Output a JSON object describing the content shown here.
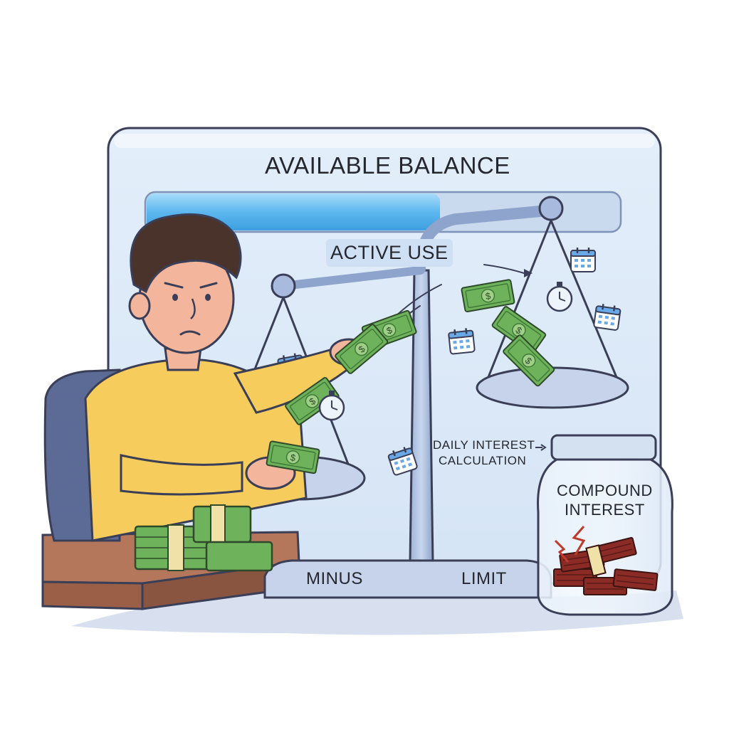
{
  "panel": {
    "title": "AVAILABLE BALANCE",
    "balance_fill": 0.62
  },
  "scale": {
    "center_label": "ACTIVE USE",
    "base_left_label": "MINUS",
    "base_right_label": "LIMIT"
  },
  "interest": {
    "note_line1": "DAILY INTEREST",
    "note_line2": "CALCULATION",
    "jar_line1": "COMPOUND",
    "jar_line2": "INTEREST"
  },
  "colors": {
    "panel": "#dbe8f7",
    "bar_fill": "#5db7ee",
    "money": "#6fb25c",
    "sweater": "#f6cc5c",
    "jar_money": "#8b2b26"
  },
  "icons": [
    "calendar-icon",
    "stopwatch-icon",
    "dollar-bill-icon",
    "arrow-right-icon",
    "lightning-icon"
  ]
}
